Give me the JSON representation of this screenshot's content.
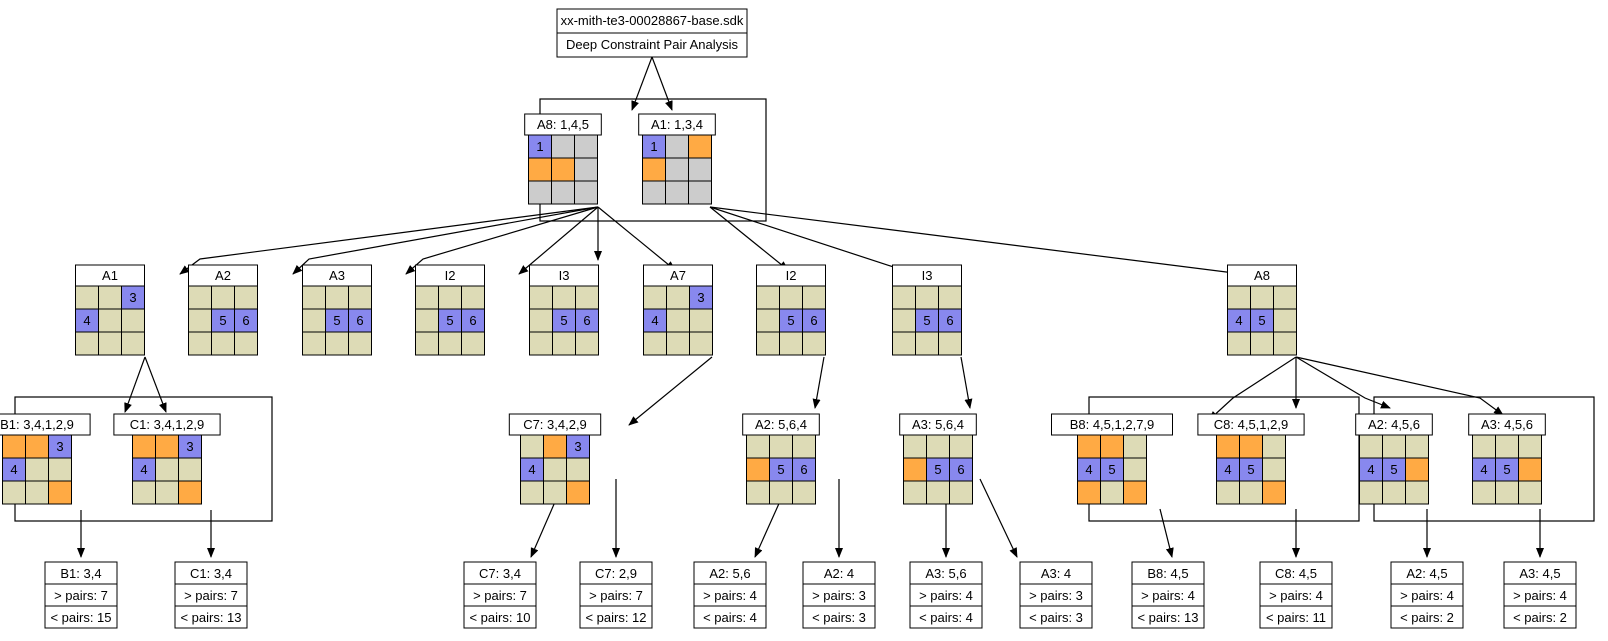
{
  "colors": {
    "blue": "#8888ee",
    "orange": "#ffaa44",
    "gray": "#cccccc",
    "beige": "#dddbb6",
    "white": "#ffffff"
  },
  "header": {
    "file": "xx-mith-te3-00028867-base.sdk",
    "subtitle": "Deep Constraint Pair Analysis"
  },
  "grids": [
    {
      "id": "g-a8-top",
      "title": "A8: 1,4,5",
      "cells": [
        [
          "b",
          "1"
        ],
        [
          "g",
          ""
        ],
        [
          "g",
          ""
        ],
        [
          "o",
          ""
        ],
        [
          "o",
          ""
        ],
        [
          "g",
          ""
        ],
        [
          "g",
          ""
        ],
        [
          "g",
          ""
        ],
        [
          "g",
          ""
        ]
      ]
    },
    {
      "id": "g-a1-top",
      "title": "A1: 1,3,4",
      "cells": [
        [
          "b",
          "1"
        ],
        [
          "g",
          ""
        ],
        [
          "o",
          ""
        ],
        [
          "o",
          ""
        ],
        [
          "g",
          ""
        ],
        [
          "g",
          ""
        ],
        [
          "g",
          ""
        ],
        [
          "g",
          ""
        ],
        [
          "g",
          ""
        ]
      ]
    },
    {
      "id": "g-a1",
      "title": "A1",
      "cells": [
        [
          "y",
          ""
        ],
        [
          "y",
          ""
        ],
        [
          "b",
          "3"
        ],
        [
          "b",
          "4"
        ],
        [
          "y",
          ""
        ],
        [
          "y",
          ""
        ],
        [
          "y",
          ""
        ],
        [
          "y",
          ""
        ],
        [
          "y",
          ""
        ]
      ]
    },
    {
      "id": "g-a2",
      "title": "A2",
      "cells": [
        [
          "y",
          ""
        ],
        [
          "y",
          ""
        ],
        [
          "y",
          ""
        ],
        [
          "y",
          ""
        ],
        [
          "b",
          "5"
        ],
        [
          "b",
          "6"
        ],
        [
          "y",
          ""
        ],
        [
          "y",
          ""
        ],
        [
          "y",
          ""
        ]
      ]
    },
    {
      "id": "g-a3",
      "title": "A3",
      "cells": [
        [
          "y",
          ""
        ],
        [
          "y",
          ""
        ],
        [
          "y",
          ""
        ],
        [
          "y",
          ""
        ],
        [
          "b",
          "5"
        ],
        [
          "b",
          "6"
        ],
        [
          "y",
          ""
        ],
        [
          "y",
          ""
        ],
        [
          "y",
          ""
        ]
      ]
    },
    {
      "id": "g-i2a",
      "title": "I2",
      "cells": [
        [
          "y",
          ""
        ],
        [
          "y",
          ""
        ],
        [
          "y",
          ""
        ],
        [
          "y",
          ""
        ],
        [
          "b",
          "5"
        ],
        [
          "b",
          "6"
        ],
        [
          "y",
          ""
        ],
        [
          "y",
          ""
        ],
        [
          "y",
          ""
        ]
      ]
    },
    {
      "id": "g-i3a",
      "title": "I3",
      "cells": [
        [
          "y",
          ""
        ],
        [
          "y",
          ""
        ],
        [
          "y",
          ""
        ],
        [
          "y",
          ""
        ],
        [
          "b",
          "5"
        ],
        [
          "b",
          "6"
        ],
        [
          "y",
          ""
        ],
        [
          "y",
          ""
        ],
        [
          "y",
          ""
        ]
      ]
    },
    {
      "id": "g-a7",
      "title": "A7",
      "cells": [
        [
          "y",
          ""
        ],
        [
          "y",
          ""
        ],
        [
          "b",
          "3"
        ],
        [
          "b",
          "4"
        ],
        [
          "y",
          ""
        ],
        [
          "y",
          ""
        ],
        [
          "y",
          ""
        ],
        [
          "y",
          ""
        ],
        [
          "y",
          ""
        ]
      ]
    },
    {
      "id": "g-i2b",
      "title": "I2",
      "cells": [
        [
          "y",
          ""
        ],
        [
          "y",
          ""
        ],
        [
          "y",
          ""
        ],
        [
          "y",
          ""
        ],
        [
          "b",
          "5"
        ],
        [
          "b",
          "6"
        ],
        [
          "y",
          ""
        ],
        [
          "y",
          ""
        ],
        [
          "y",
          ""
        ]
      ]
    },
    {
      "id": "g-i3b",
      "title": "I3",
      "cells": [
        [
          "y",
          ""
        ],
        [
          "y",
          ""
        ],
        [
          "y",
          ""
        ],
        [
          "y",
          ""
        ],
        [
          "b",
          "5"
        ],
        [
          "b",
          "6"
        ],
        [
          "y",
          ""
        ],
        [
          "y",
          ""
        ],
        [
          "y",
          ""
        ]
      ]
    },
    {
      "id": "g-a8",
      "title": "A8",
      "cells": [
        [
          "y",
          ""
        ],
        [
          "y",
          ""
        ],
        [
          "y",
          ""
        ],
        [
          "b",
          "4"
        ],
        [
          "b",
          "5"
        ],
        [
          "y",
          ""
        ],
        [
          "y",
          ""
        ],
        [
          "y",
          ""
        ],
        [
          "y",
          ""
        ]
      ]
    },
    {
      "id": "g-b1",
      "title": "B1: 3,4,1,2,9",
      "cells": [
        [
          "o",
          ""
        ],
        [
          "o",
          ""
        ],
        [
          "b",
          "3"
        ],
        [
          "b",
          "4"
        ],
        [
          "y",
          ""
        ],
        [
          "y",
          ""
        ],
        [
          "y",
          ""
        ],
        [
          "y",
          ""
        ],
        [
          "o",
          ""
        ]
      ]
    },
    {
      "id": "g-c1",
      "title": "C1: 3,4,1,2,9",
      "cells": [
        [
          "o",
          ""
        ],
        [
          "o",
          ""
        ],
        [
          "b",
          "3"
        ],
        [
          "b",
          "4"
        ],
        [
          "y",
          ""
        ],
        [
          "y",
          ""
        ],
        [
          "y",
          ""
        ],
        [
          "y",
          ""
        ],
        [
          "o",
          ""
        ]
      ]
    },
    {
      "id": "g-c7",
      "title": "C7: 3,4,2,9",
      "cells": [
        [
          "y",
          ""
        ],
        [
          "o",
          ""
        ],
        [
          "b",
          "3"
        ],
        [
          "b",
          "4"
        ],
        [
          "y",
          ""
        ],
        [
          "y",
          ""
        ],
        [
          "y",
          ""
        ],
        [
          "y",
          ""
        ],
        [
          "o",
          ""
        ]
      ]
    },
    {
      "id": "g-a2b",
      "title": "A2: 5,6,4",
      "cells": [
        [
          "y",
          ""
        ],
        [
          "y",
          ""
        ],
        [
          "y",
          ""
        ],
        [
          "o",
          ""
        ],
        [
          "b",
          "5"
        ],
        [
          "b",
          "6"
        ],
        [
          "y",
          ""
        ],
        [
          "y",
          ""
        ],
        [
          "y",
          ""
        ]
      ]
    },
    {
      "id": "g-a3b",
      "title": "A3: 5,6,4",
      "cells": [
        [
          "y",
          ""
        ],
        [
          "y",
          ""
        ],
        [
          "y",
          ""
        ],
        [
          "o",
          ""
        ],
        [
          "b",
          "5"
        ],
        [
          "b",
          "6"
        ],
        [
          "y",
          ""
        ],
        [
          "y",
          ""
        ],
        [
          "y",
          ""
        ]
      ]
    },
    {
      "id": "g-b8",
      "title": "B8: 4,5,1,2,7,9",
      "cells": [
        [
          "o",
          ""
        ],
        [
          "o",
          ""
        ],
        [
          "y",
          ""
        ],
        [
          "b",
          "4"
        ],
        [
          "b",
          "5"
        ],
        [
          "y",
          ""
        ],
        [
          "o",
          ""
        ],
        [
          "y",
          ""
        ],
        [
          "o",
          ""
        ]
      ]
    },
    {
      "id": "g-c8",
      "title": "C8: 4,5,1,2,9",
      "cells": [
        [
          "o",
          ""
        ],
        [
          "o",
          ""
        ],
        [
          "y",
          ""
        ],
        [
          "b",
          "4"
        ],
        [
          "b",
          "5"
        ],
        [
          "y",
          ""
        ],
        [
          "y",
          ""
        ],
        [
          "y",
          ""
        ],
        [
          "o",
          ""
        ]
      ]
    },
    {
      "id": "g-a2c",
      "title": "A2: 4,5,6",
      "cells": [
        [
          "y",
          ""
        ],
        [
          "y",
          ""
        ],
        [
          "y",
          ""
        ],
        [
          "b",
          "4"
        ],
        [
          "b",
          "5"
        ],
        [
          "o",
          ""
        ],
        [
          "y",
          ""
        ],
        [
          "y",
          ""
        ],
        [
          "y",
          ""
        ]
      ]
    },
    {
      "id": "g-a3c",
      "title": "A3: 4,5,6",
      "cells": [
        [
          "y",
          ""
        ],
        [
          "y",
          ""
        ],
        [
          "y",
          ""
        ],
        [
          "b",
          "4"
        ],
        [
          "b",
          "5"
        ],
        [
          "o",
          ""
        ],
        [
          "y",
          ""
        ],
        [
          "y",
          ""
        ],
        [
          "y",
          ""
        ]
      ]
    }
  ],
  "leaves": [
    {
      "id": "l-b1",
      "title": "B1: 3,4",
      "gt": "> pairs: 7",
      "lt": "< pairs: 15"
    },
    {
      "id": "l-c1",
      "title": "C1: 3,4",
      "gt": "> pairs: 7",
      "lt": "< pairs: 13"
    },
    {
      "id": "l-c7a",
      "title": "C7: 3,4",
      "gt": "> pairs: 7",
      "lt": "< pairs: 10"
    },
    {
      "id": "l-c7b",
      "title": "C7: 2,9",
      "gt": "> pairs: 7",
      "lt": "< pairs: 12"
    },
    {
      "id": "l-a2a",
      "title": "A2: 5,6",
      "gt": "> pairs: 4",
      "lt": "< pairs: 4"
    },
    {
      "id": "l-a2b",
      "title": "A2: 4",
      "gt": "> pairs: 3",
      "lt": "< pairs: 3"
    },
    {
      "id": "l-a3a",
      "title": "A3: 5,6",
      "gt": "> pairs: 4",
      "lt": "< pairs: 4"
    },
    {
      "id": "l-a3b",
      "title": "A3: 4",
      "gt": "> pairs: 3",
      "lt": "< pairs: 3"
    },
    {
      "id": "l-b8",
      "title": "B8: 4,5",
      "gt": "> pairs: 4",
      "lt": "< pairs: 13"
    },
    {
      "id": "l-c8",
      "title": "C8: 4,5",
      "gt": "> pairs: 4",
      "lt": "< pairs: 11"
    },
    {
      "id": "l-a2c",
      "title": "A2: 4,5",
      "gt": "> pairs: 4",
      "lt": "< pairs: 2"
    },
    {
      "id": "l-a3c",
      "title": "A3: 4,5",
      "gt": "> pairs: 4",
      "lt": "< pairs: 2"
    }
  ]
}
